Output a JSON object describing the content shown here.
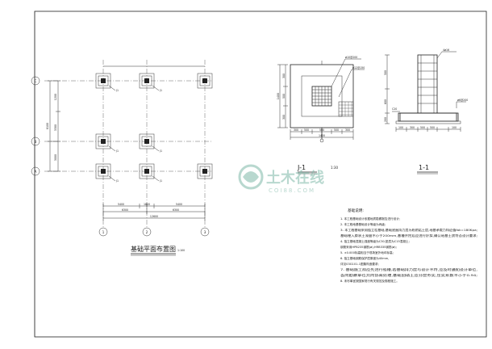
{
  "colors": {
    "line": "#222222",
    "paper": "#ffffff",
    "watermark": "#7fb9a8"
  },
  "plan": {
    "title": "基础平面布置图",
    "scale": "1:100",
    "axes_rows": [
      "C",
      "B",
      "A"
    ],
    "axes_cols": [
      "1",
      "2",
      "3"
    ],
    "footing_tag": "J1",
    "dims_left": [
      "1200",
      "3000",
      "3300",
      "8100"
    ],
    "dims_bottom_top": [
      "5400",
      "1800",
      "5400"
    ],
    "dims_bottom_mid": [
      "6300",
      "6300"
    ],
    "dims_bottom_total": "12600",
    "dims_top": [
      "6300",
      "6300"
    ]
  },
  "detail_j1": {
    "label": "J-1",
    "scale": "1:30",
    "callout_top": "ø10@200",
    "callout_mid": "ø12@150",
    "dims_bottom": [
      "300",
      "500",
      "500",
      "500",
      "300"
    ],
    "dims_total": "1400",
    "dims_left": [
      "300",
      "500",
      "300"
    ],
    "dims_right": [
      "1400"
    ]
  },
  "detail_11": {
    "label": "1-1",
    "callout": "4ø16",
    "tag_a": "ø6@200",
    "tag_b": "C20",
    "dims_bottom": [
      "100",
      "300",
      "500",
      "500",
      "100"
    ],
    "dims_left": [
      "500",
      "600",
      "200"
    ]
  },
  "notes": {
    "title": "基础说明:",
    "lines": [
      "1. 本工程基础设计依据地质勘察报告进行设计;",
      "2. 本工程地基基础设计等级为丙级;",
      "3. 本工程基础采用独立柱基础,基础底面持力层为粉质粘土层,地基承载力特征值fak=180Kpa;",
      "   基础埋入原状土深度不小于200mm,基槽开挖后应进行钎探,确认地基土质符合设计要求;",
      "4. 独立基础混凝土强度等级为C30,垫层为C15混凝土;",
      "   钢筋采用HPB235钢筋(ø),HRB335钢筋(ø);",
      "5. ±0.000标高相当于现场室外地坪标高;",
      "6. 独立基础钢筋保护层厚度为40mm,",
      "   详见03G101-1图集构造要求;",
      "7. 基础施工前应先进行验槽,若基础持力层与设计不符,应及时通知设计单位,",
      "   会同勘察单位共同协商处理,基础回填土应分层夯实,压实系数不小于0.94;",
      "8. 未尽事宜按国家现行有关规范及规程施工。"
    ]
  },
  "watermark": {
    "brand": "土木在线",
    "domain": "COI88.COM"
  }
}
